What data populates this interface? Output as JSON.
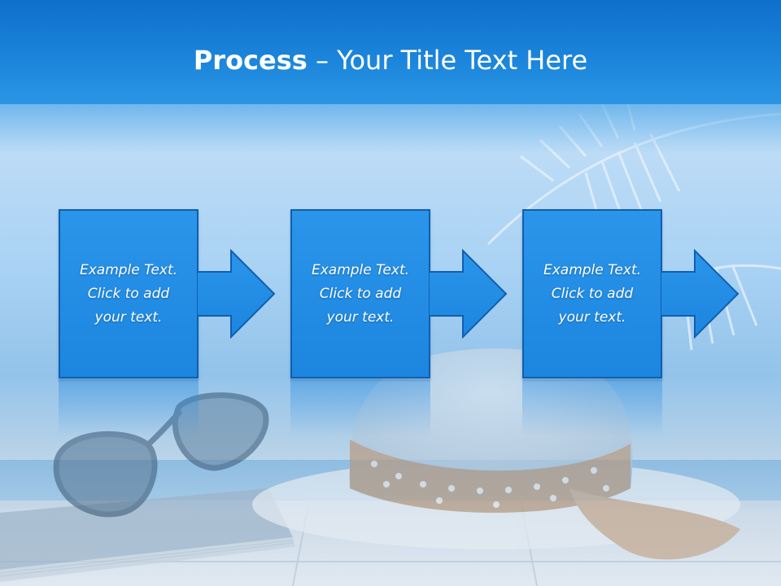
{
  "slide": {
    "title_bold": "Process",
    "title_rest": " – Your Title Text Here"
  },
  "process": {
    "steps": [
      {
        "text": "Example Text.\nClick  to add\nyour text."
      },
      {
        "text": "Example Text.\nClick  to add\nyour text."
      },
      {
        "text": "Example Text.\nClick  to add\nyour text."
      }
    ]
  },
  "colors": {
    "title_bar": "#1c86dc",
    "box_fill": "#1c86e0",
    "box_border": "#0f5fae",
    "text": "#ffffff"
  }
}
